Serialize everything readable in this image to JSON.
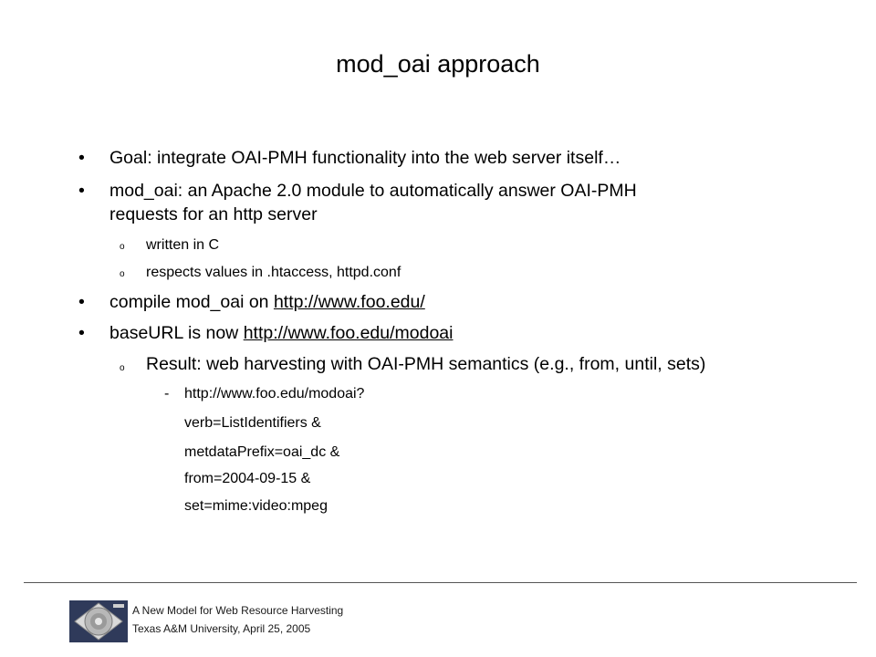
{
  "slide": {
    "title": "mod_oai approach",
    "bullet_symbol": "•",
    "sub_symbol": "o",
    "dash_symbol": "-",
    "bullets": [
      {
        "text": "Goal: integrate OAI-PMH functionality into the web server itself…"
      },
      {
        "line1": "mod_oai: an Apache 2.0 module to automatically answer OAI-PMH",
        "line2": "requests for an http server"
      },
      {
        "prefix": "compile mod_oai on ",
        "link": "http://www.foo.edu/"
      },
      {
        "prefix": "baseURL is now ",
        "link": "http://www.foo.edu/modoai"
      }
    ],
    "subitems": [
      "written in C",
      "respects values in .htaccess, httpd.conf",
      "Result: web harvesting with OAI-PMH semantics (e.g., from, until, sets)"
    ],
    "example_lines": [
      "http://www.foo.edu/modoai?",
      "verb=ListIdentifiers &",
      "metdataPrefix=oai_dc &",
      "from=2004-09-15 &",
      "set=mime:video:mpeg"
    ]
  },
  "footer": {
    "line1": "A New Model for Web Resource Harvesting",
    "line2": "Texas A&M University, April 25, 2005"
  },
  "colors": {
    "logo_background": "#2f3a5a",
    "logo_disc": "#b8b8b8",
    "divider": "#555555"
  }
}
